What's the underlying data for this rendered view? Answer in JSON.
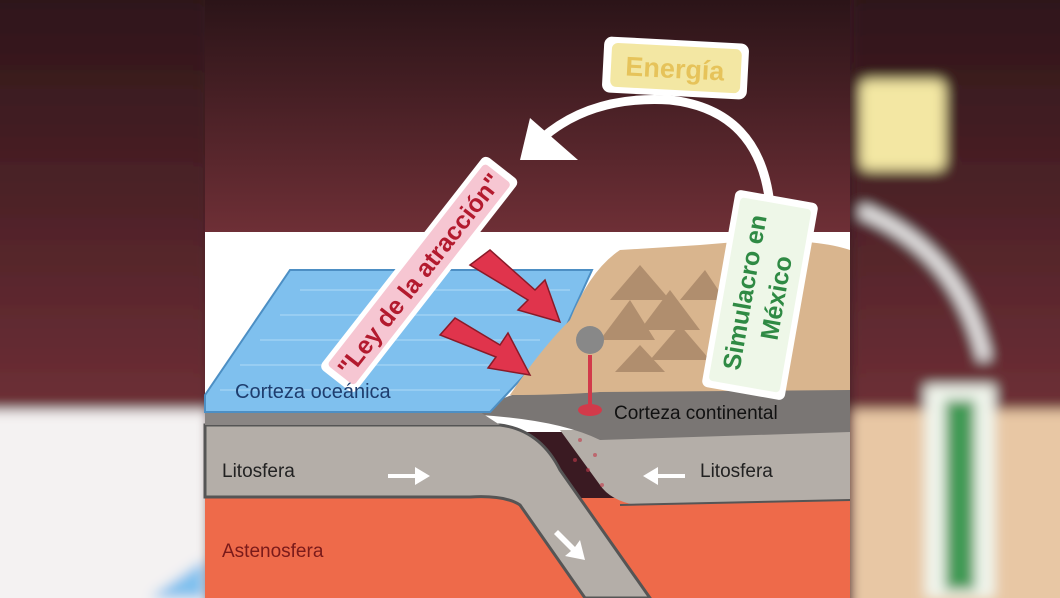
{
  "labels": {
    "energy": "Energía",
    "attraction_law": "\"Ley de la atracción\"",
    "drill": "Simulacro en México",
    "drill_line1": "Simulacro",
    "drill_line2": "en",
    "drill_line3": "México",
    "oceanic_crust": "Corteza oceánica",
    "continental_crust": "Corteza continental",
    "lithosphere_left": "Litosfera",
    "lithosphere_right": "Litosfera",
    "asthenosphere": "Astenosfera"
  },
  "colors": {
    "sky_top": "#2b1418",
    "sky_bottom": "#6e2f36",
    "ocean": "#7fc0ee",
    "land": "#d9b58e",
    "crust": "#7a7674",
    "lithosphere": "#b4aea8",
    "asthenosphere": "#ee6a4a",
    "arrow_red": "#e0344c",
    "label_pink": "#f6c6d2",
    "label_yellow": "#f3e7a3",
    "label_green": "#2f8a44"
  }
}
